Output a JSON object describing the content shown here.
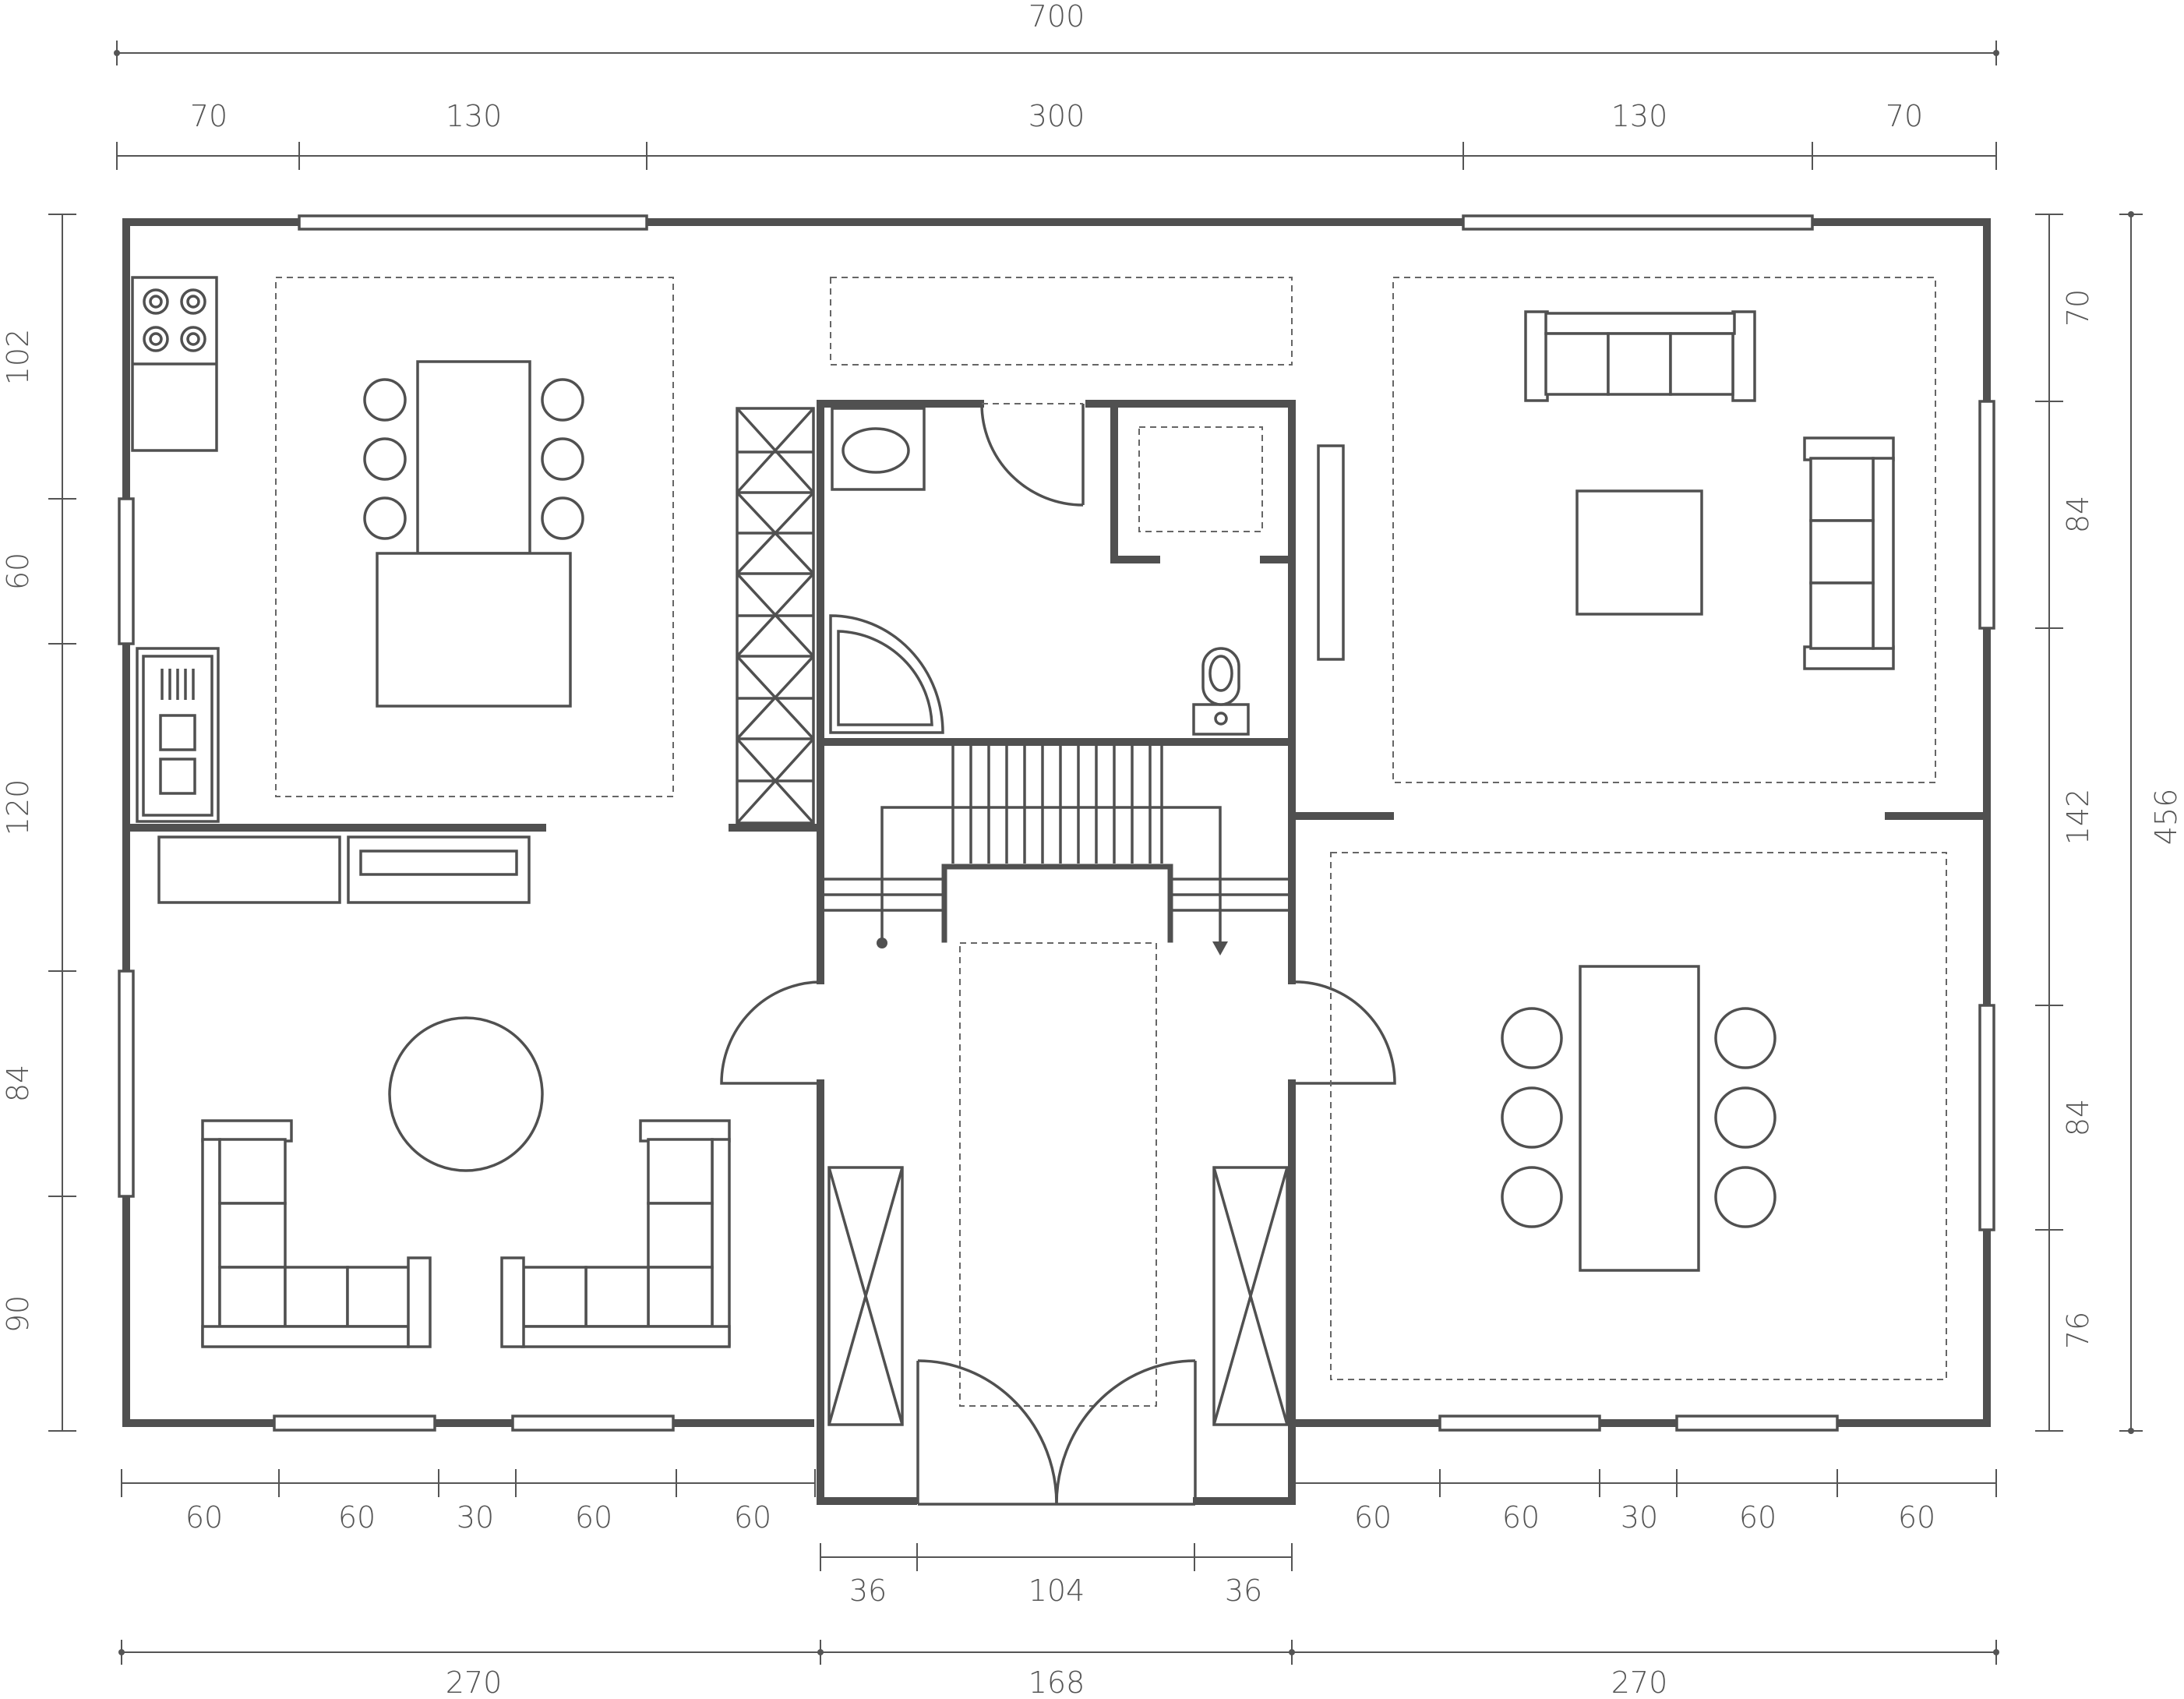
{
  "dimensions": {
    "top_total": "700",
    "top_segments": [
      "70",
      "130",
      "300",
      "130",
      "70"
    ],
    "left_segments": [
      "102",
      "60",
      "120",
      "84",
      "90"
    ],
    "right_segments": [
      "70",
      "84",
      "142",
      "84",
      "76"
    ],
    "right_total": "456",
    "bottom_left_segments": [
      "60",
      "60",
      "30",
      "60",
      "60"
    ],
    "bottom_right_segments": [
      "60",
      "60",
      "30",
      "60",
      "60"
    ],
    "entrance_segments": [
      "36",
      "104",
      "36"
    ],
    "bottom_totals": [
      "270",
      "168",
      "270"
    ]
  }
}
